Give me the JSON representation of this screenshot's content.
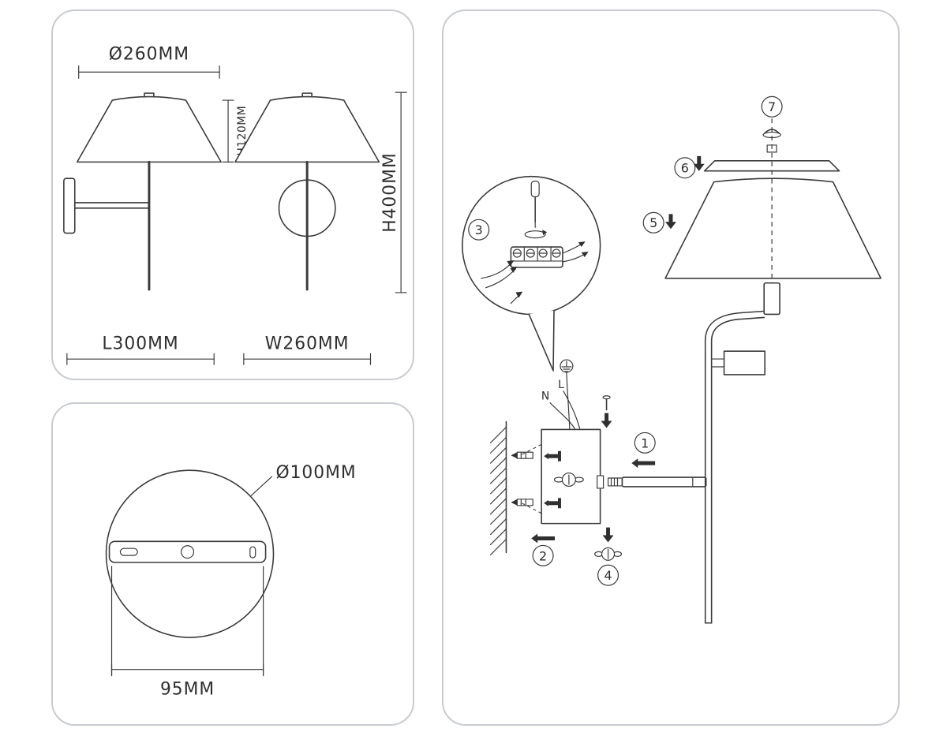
{
  "colors": {
    "line": "#3b3b3b",
    "panel_border": "#c8ccd0",
    "text": "#2f2f2f",
    "background": "#ffffff"
  },
  "icons": {
    "insertion_arrow": "left-arrow",
    "drop_arrow": "down-arrow",
    "detail_balloon": "magnifier-bubble"
  },
  "dimensions_panel": {
    "shade_diameter": "Ø260MM",
    "shade_height": "H120MM",
    "total_height": "H400MM",
    "length": "L300MM",
    "width": "W260MM"
  },
  "base_panel": {
    "plate_diameter": "Ø100MM",
    "hole_spacing": "95MM"
  },
  "assembly_panel": {
    "steps": [
      "1",
      "2",
      "3",
      "4",
      "5",
      "6",
      "7"
    ],
    "wires": {
      "live": "L",
      "neutral": "N"
    }
  }
}
